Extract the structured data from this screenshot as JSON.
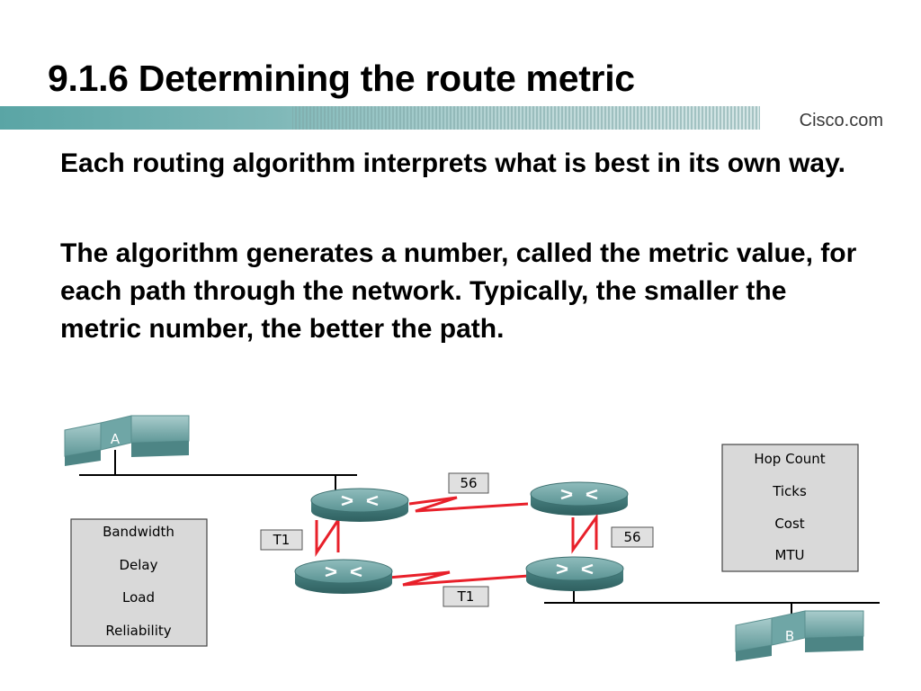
{
  "slide": {
    "title": "9.1.6 Determining the route metric",
    "brand": "Cisco.com",
    "paragraphs": [
      "Each routing algorithm interprets what is best in its own way.",
      "The algorithm generates a number, called the metric value, for each path through the network. Typically, the smaller the metric number, the better the path."
    ]
  },
  "diagram": {
    "hosts": {
      "a": "A",
      "b": "B"
    },
    "links": {
      "top": "56",
      "left": "T1",
      "right": "56",
      "bottom": "T1"
    },
    "metrics_left": [
      "Bandwidth",
      "Delay",
      "Load",
      "Reliability"
    ],
    "metrics_right": [
      "Hop Count",
      "Ticks",
      "Cost",
      "MTU"
    ]
  },
  "colors": {
    "header_teal": "#4f9a9a",
    "router_teal": "#4d8c8c",
    "link_red": "#e8202a",
    "box_gray": "#d9d9d9"
  }
}
